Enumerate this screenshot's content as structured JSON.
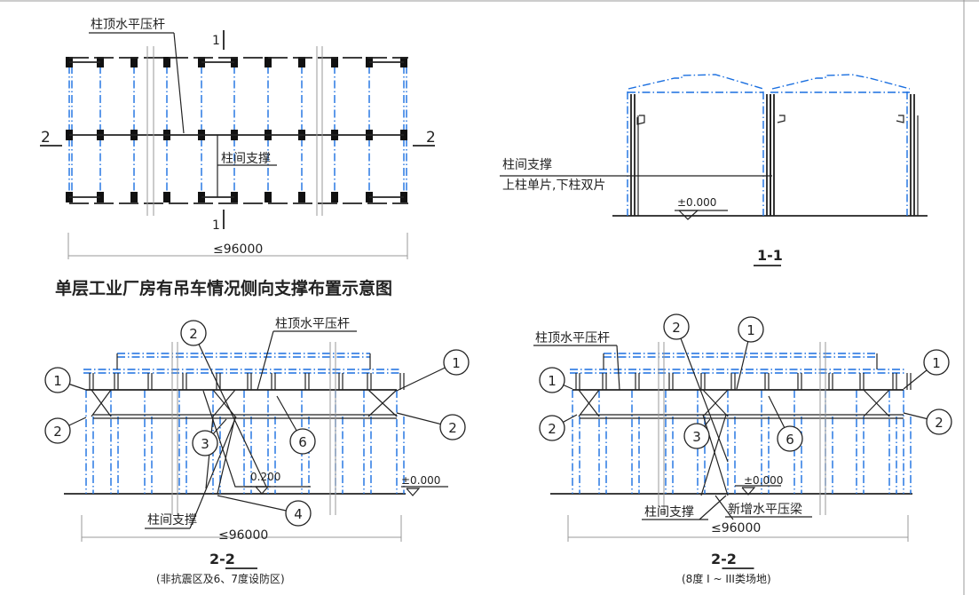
{
  "plan": {
    "label_top_strut": "柱顶水平压杆",
    "label_bracing": "柱间支撑",
    "section_1": "1",
    "section_2": "2",
    "dimension": "≤96000"
  },
  "main_title": "单层工业厂房有吊车情况侧向支撑布置示意图",
  "section_1_1": {
    "label_bracing": "柱间支撑",
    "label_bracing_note": "上柱单片,下柱双片",
    "elevation": "±0.000",
    "title": "1-1"
  },
  "section_2_2_left": {
    "label_top_strut": "柱顶水平压杆",
    "label_bracing": "柱间支撑",
    "elevation_a": "0.200",
    "elevation_b": "±0.000",
    "dimension": "≤96000",
    "title": "2-2",
    "subtitle": "(非抗震区及6、7度设防区)",
    "callouts": [
      "1",
      "2",
      "2",
      "3",
      "6",
      "1",
      "2",
      "4"
    ]
  },
  "section_2_2_right": {
    "label_top_strut": "柱顶水平压杆",
    "label_bracing": "柱间支撑",
    "label_new_beam": "新增水平压梁",
    "elevation": "±0.000",
    "dimension": "≤96000",
    "title": "2-2",
    "subtitle": "(8度 I ~ III类场地)",
    "callouts": [
      "1",
      "2",
      "2",
      "1",
      "3",
      "6",
      "1",
      "2"
    ]
  },
  "colors": {
    "line": "#222222",
    "axis": "#1a6fe0"
  }
}
